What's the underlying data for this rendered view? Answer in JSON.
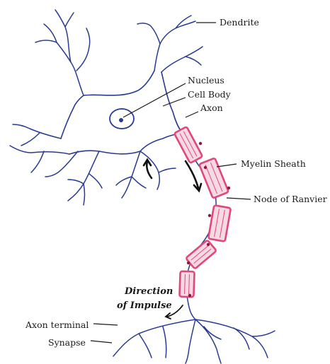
{
  "labels": {
    "dendrite": "Dendrite",
    "nucleus": "Nucleus",
    "cell_body": "Cell Body",
    "axon": "Axon",
    "myelin_sheath": "Myelin Sheath",
    "node_of_ranvier": "Node of Ranvier",
    "direction_line1": "Direction",
    "direction_line2": "of Impulse",
    "axon_terminal": "Axon terminal",
    "synapse": "Synapse"
  },
  "colors": {
    "neuron_outline": "#2b3a8f",
    "myelin_outline": "#e0487a",
    "myelin_fill": "#f7d9e3",
    "node_dot": "#8a1a3a",
    "label_text": "#1a1a1a",
    "arrow": "#111111"
  }
}
